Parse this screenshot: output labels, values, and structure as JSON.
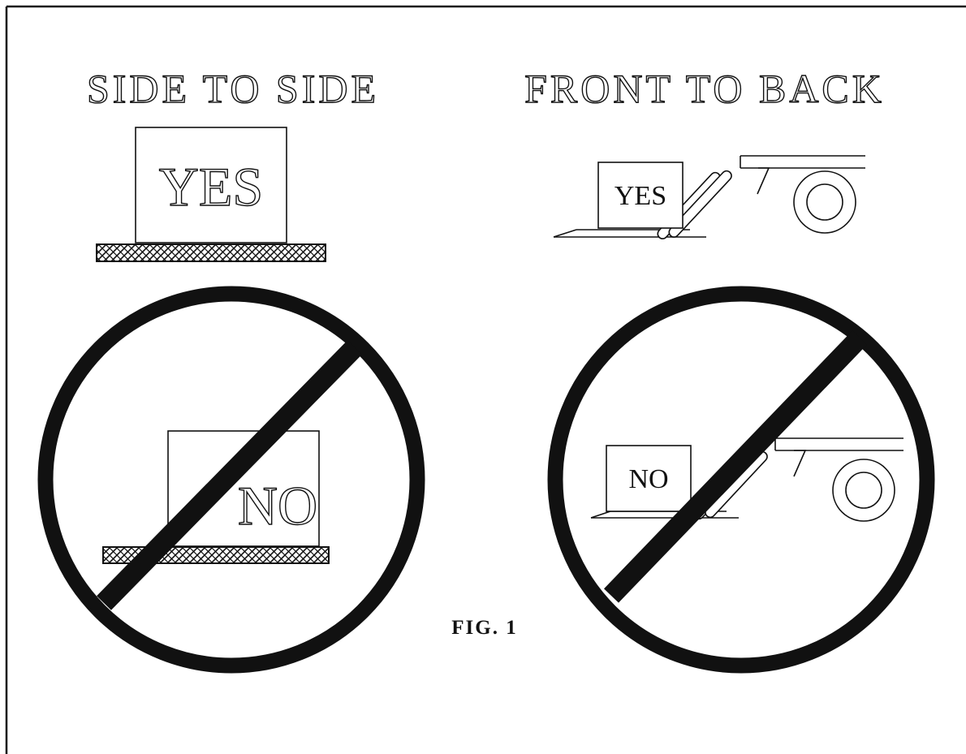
{
  "panels": {
    "left": {
      "heading": "SIDE TO SIDE",
      "correct_label": "YES",
      "wrong_label": "NO"
    },
    "right": {
      "heading": "FRONT TO BACK",
      "correct_label": "YES",
      "wrong_label": "NO"
    }
  },
  "caption": "FIG. 1",
  "colors": {
    "ink": "#111111",
    "paper": "#ffffff"
  },
  "icons": [
    "pallet-base-hatched",
    "forklift-forks",
    "wheel",
    "prohibition-sign"
  ]
}
